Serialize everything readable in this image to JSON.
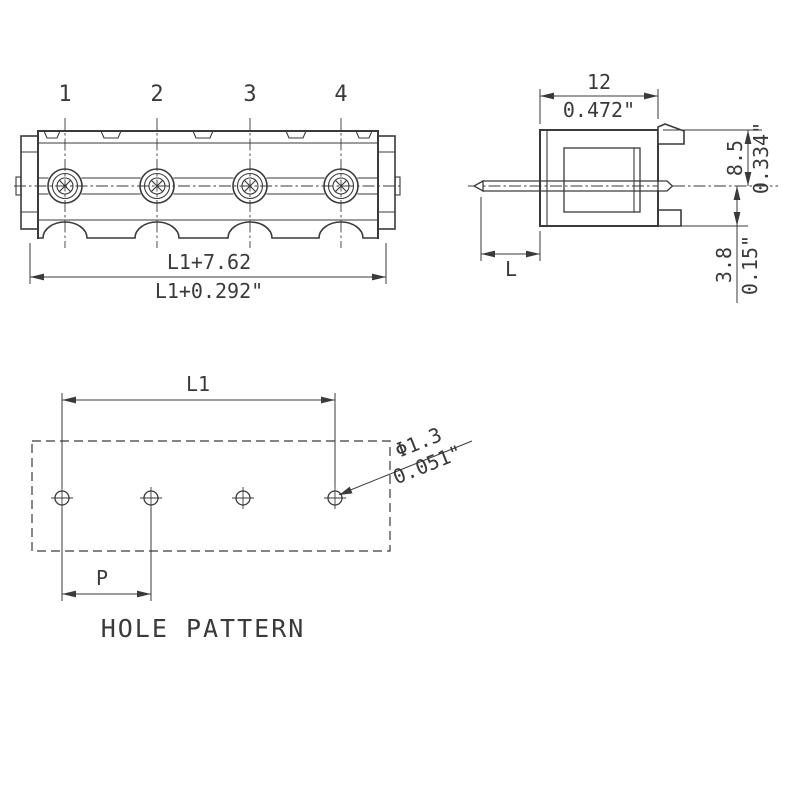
{
  "drawing": {
    "front_view": {
      "positions": [
        "1",
        "2",
        "3",
        "4"
      ],
      "length_mm": "L1+7.62",
      "length_in": "L1+0.292\""
    },
    "side_view": {
      "depth_mm": "12",
      "depth_in": "0.472\"",
      "height_above_mm": "8.5",
      "height_above_in": "0.334\"",
      "height_below_mm": "3.8",
      "height_below_in": "0.15\"",
      "pin_length_label": "L"
    },
    "hole_pattern": {
      "span_label": "L1",
      "pitch_label": "P",
      "hole_diameter_mm": "Φ1.3",
      "hole_diameter_in": "0.051\"",
      "caption": "HOLE PATTERN"
    },
    "colors": {
      "line": "#3a3a3a",
      "background": "#ffffff"
    }
  }
}
